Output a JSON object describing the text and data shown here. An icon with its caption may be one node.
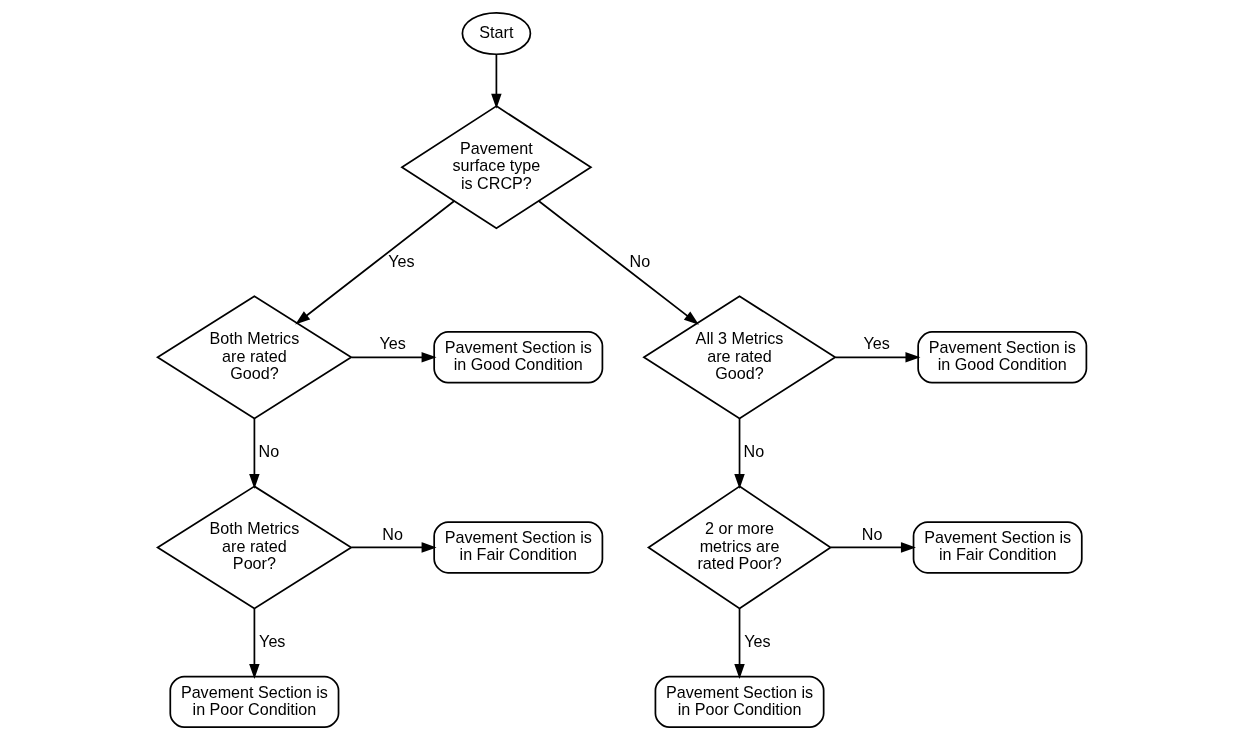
{
  "diagram": {
    "nodes": [
      {
        "text": [
          "Start"
        ]
      },
      {
        "text": [
          "Pavement surface type is CRCP?"
        ]
      },
      {
        "text": [
          "Both Metrics are rated Good?"
        ]
      },
      {
        "text": [
          "Pavement Section is in Good Condition"
        ]
      },
      {
        "text": [
          "Both Metrics are rated Poor?"
        ]
      },
      {
        "text": [
          "Pavement Section is in Fair Condition"
        ]
      },
      {
        "text": [
          "Pavement Section is in Poor Condition"
        ]
      },
      {
        "text": [
          "All 3 Metrics are rated Good?"
        ]
      },
      {
        "text": [
          "Pavement Section is in Good Condition"
        ]
      },
      {
        "text": [
          "2 or more metrics are rated Poor?"
        ]
      },
      {
        "text": [
          "Pavement Section is in Fair Condition"
        ]
      },
      {
        "text": [
          "Pavement Section is in Poor Condition"
        ]
      }
    ],
    "edges": [
      {
        "from": 0,
        "to": 1,
        "arrow": "to"
      },
      {
        "from": 1,
        "to": 2,
        "arrow": "to",
        "label": "Yes"
      },
      {
        "from": 1,
        "to": 7,
        "arrow": "to",
        "label": "No"
      },
      {
        "from": 2,
        "to": 3,
        "arrow": "to",
        "label": "Yes"
      },
      {
        "from": 2,
        "to": 4,
        "arrow": "to",
        "label": "No"
      },
      {
        "from": 4,
        "to": 5,
        "arrow": "to",
        "label": "No"
      },
      {
        "from": 4,
        "to": 6,
        "arrow": "to",
        "label": "Yes"
      },
      {
        "from": 7,
        "to": 8,
        "arrow": "to",
        "label": "Yes"
      },
      {
        "from": 7,
        "to": 9,
        "arrow": "to",
        "label": "No"
      },
      {
        "from": 9,
        "to": 10,
        "arrow": "to",
        "label": "No"
      },
      {
        "from": 9,
        "to": 11,
        "arrow": "to",
        "label": "Yes"
      }
    ]
  }
}
